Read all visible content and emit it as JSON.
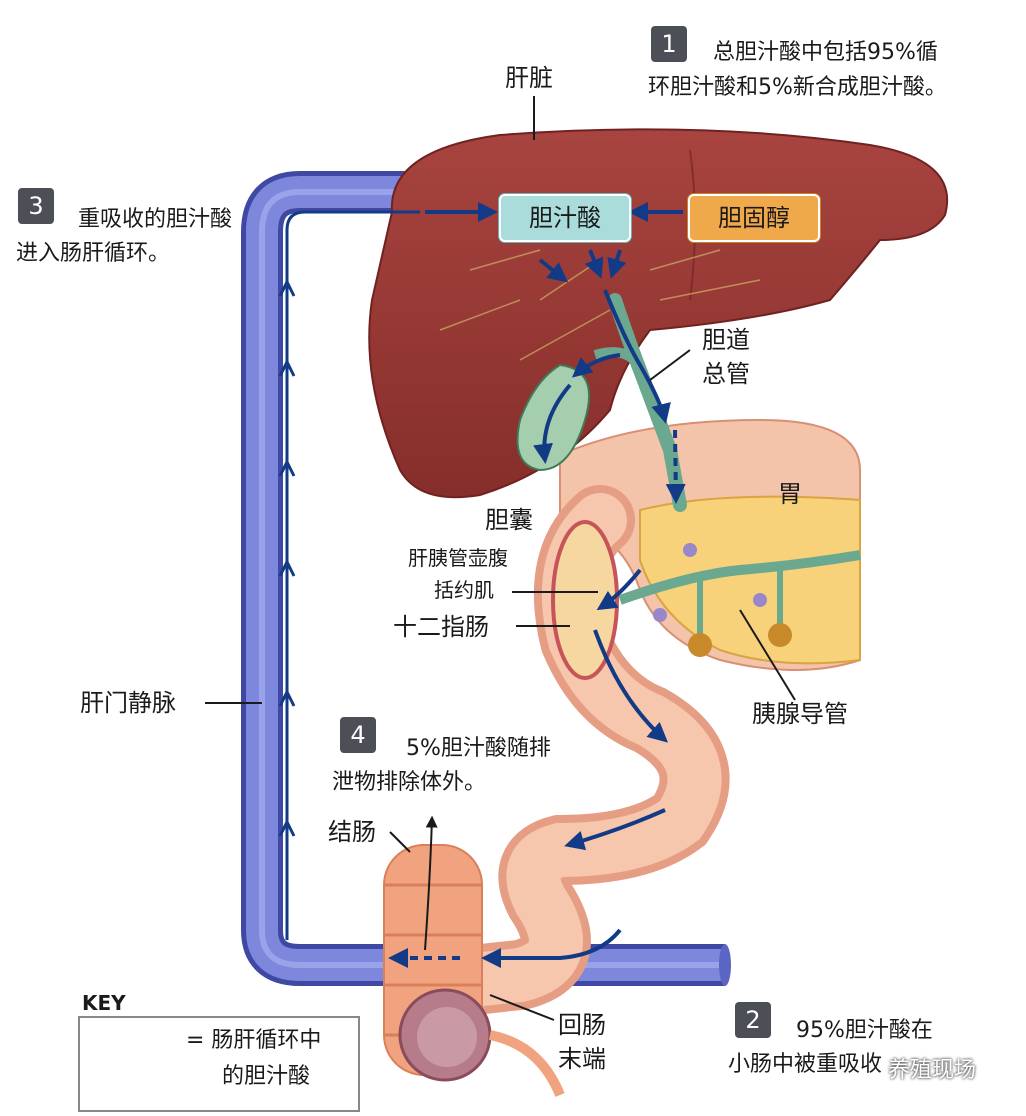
{
  "labels": {
    "liver": "肝脏",
    "bile_acid": "胆汁酸",
    "cholesterol": "胆固醇",
    "common_bile_duct_line1": "胆道",
    "common_bile_duct_line2": "总管",
    "stomach": "胃",
    "gallbladder": "胆囊",
    "sphincter_line1": "肝胰管壶腹",
    "sphincter_line2": "括约肌",
    "duodenum": "十二指肠",
    "portal_vein": "肝门静脉",
    "pancreatic_duct": "胰腺导管",
    "colon": "结肠",
    "ileum_line1": "回肠",
    "ileum_line2": "末端"
  },
  "steps": [
    {
      "num": "1",
      "line1": "总胆汁酸中包括95%循",
      "line2": "环胆汁酸和5%新合成胆汁酸。"
    },
    {
      "num": "2",
      "line1": "95%胆汁酸在",
      "line2": "小肠中被重吸收"
    },
    {
      "num": "3",
      "line1": "重吸收的胆汁酸",
      "line2": "进入肠肝循环。"
    },
    {
      "num": "4",
      "line1": "5%胆汁酸随排",
      "line2": "泄物排除体外。"
    }
  ],
  "key": {
    "title": "KEY",
    "desc_line1": "= 肠肝循环中",
    "desc_line2": "的胆汁酸"
  },
  "watermark": "养殖现场",
  "colors": {
    "liver": "#9c3a36",
    "portal_vein": "#6470c9",
    "arrow": "#123a86",
    "bile_box": "#a9dcda",
    "cholesterol_box": "#f0a94a",
    "intestine": "#f2b79b",
    "duct_green": "#6aa890"
  }
}
